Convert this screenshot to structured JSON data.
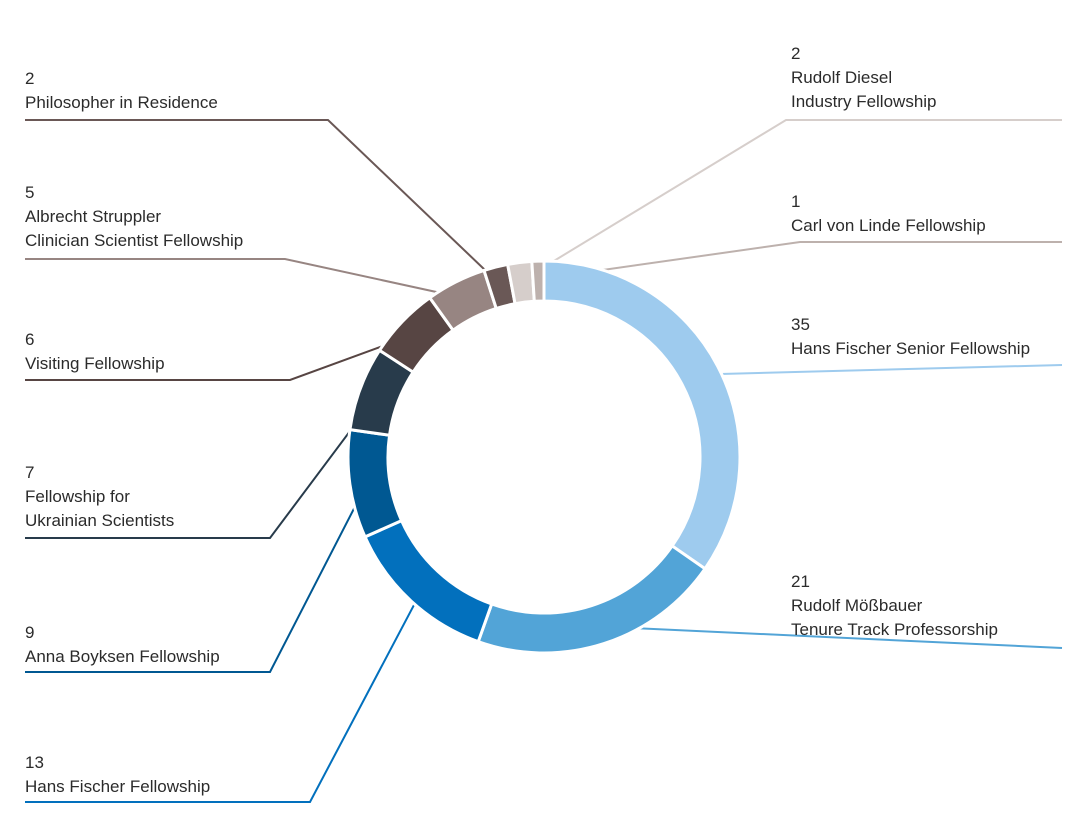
{
  "chart_data": {
    "type": "pie",
    "variant": "donut",
    "legend": "none",
    "grid": false,
    "slices": [
      {
        "value": 35,
        "label_lines": [
          "Hans Fischer Senior Fellowship"
        ],
        "color": "#9ecbee"
      },
      {
        "value": 21,
        "label_lines": [
          "Rudolf Mößbauer",
          "Tenure Track Professorship"
        ],
        "color": "#52a4d7"
      },
      {
        "value": 13,
        "label_lines": [
          "Hans Fischer Fellowship"
        ],
        "color": "#0270bd"
      },
      {
        "value": 9,
        "label_lines": [
          "Anna Boyksen Fellowship"
        ],
        "color": "#005892"
      },
      {
        "value": 7,
        "label_lines": [
          "Fellowship for",
          "Ukrainian Scientists"
        ],
        "color": "#283b4b"
      },
      {
        "value": 6,
        "label_lines": [
          "Visiting Fellowship"
        ],
        "color": "#574543"
      },
      {
        "value": 5,
        "label_lines": [
          "Albrecht Struppler",
          "Clinician Scientist Fellowship"
        ],
        "color": "#978582"
      },
      {
        "value": 2,
        "label_lines": [
          "Philosopher in Residence"
        ],
        "color": "#6a5856"
      },
      {
        "value": 2,
        "label_lines": [
          "Rudolf Diesel",
          "Industry Fellowship"
        ],
        "color": "#d6cecb"
      },
      {
        "value": 1,
        "label_lines": [
          "Carl von Linde Fellowship"
        ],
        "color": "#bdb1ad"
      }
    ]
  }
}
